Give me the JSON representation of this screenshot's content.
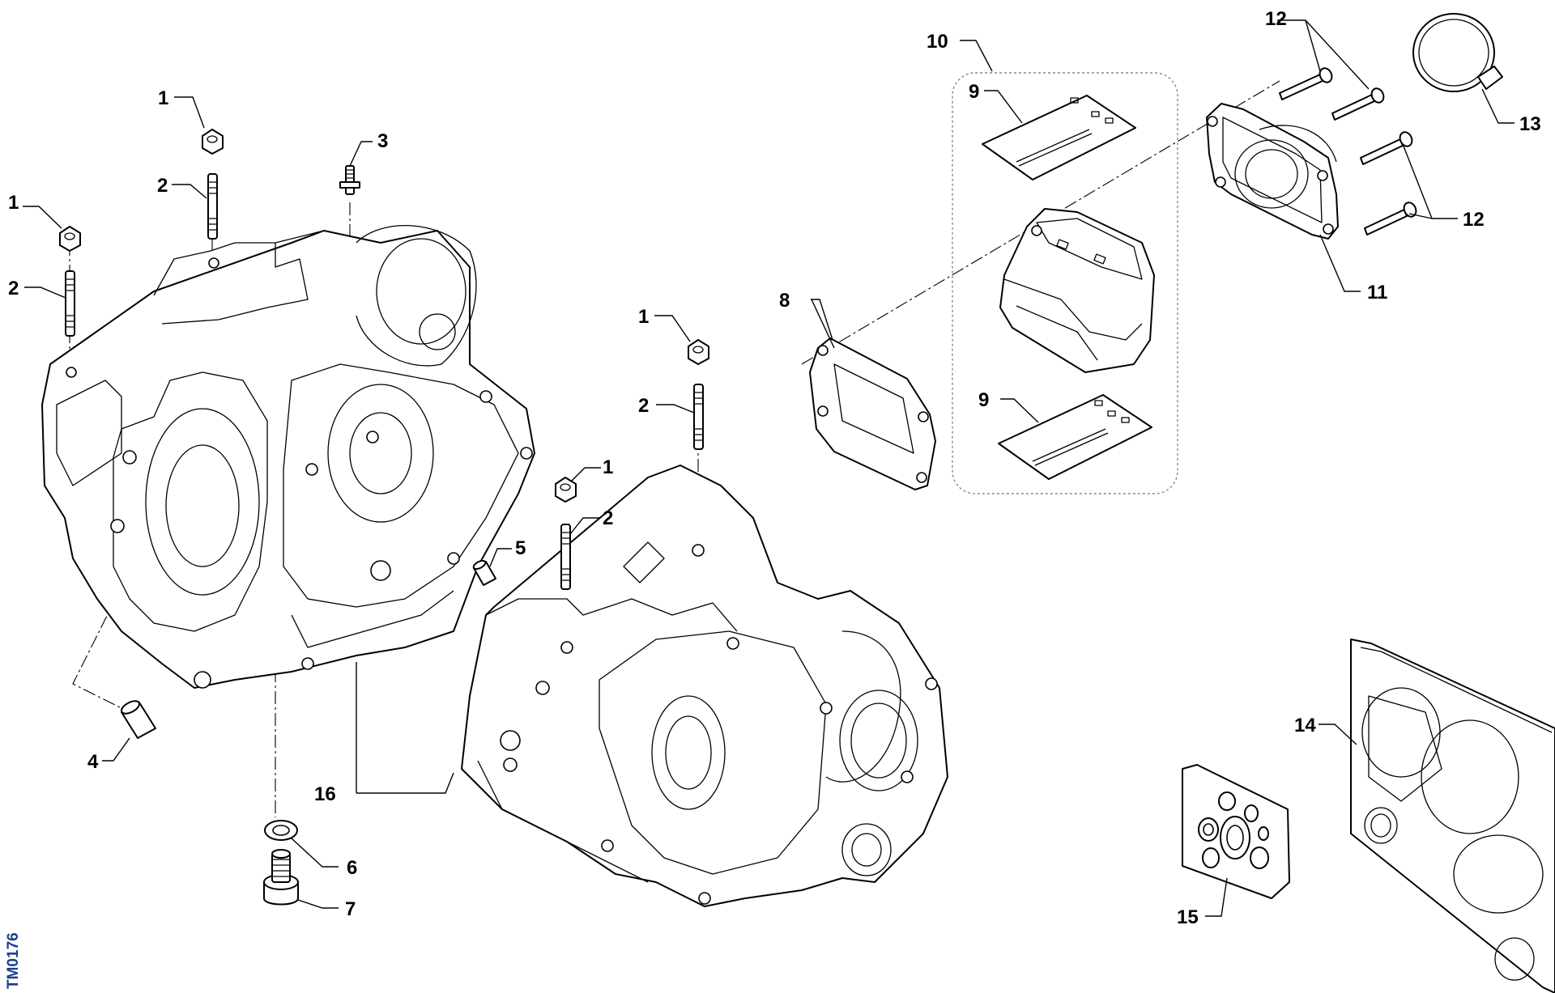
{
  "drawing_code": "TM0176",
  "callouts": [
    {
      "id": "c-1a",
      "text": "1"
    },
    {
      "id": "c-1b",
      "text": "1"
    },
    {
      "id": "c-1c",
      "text": "1"
    },
    {
      "id": "c-1d",
      "text": "1"
    },
    {
      "id": "c-2a",
      "text": "2"
    },
    {
      "id": "c-2b",
      "text": "2"
    },
    {
      "id": "c-2c",
      "text": "2"
    },
    {
      "id": "c-2d",
      "text": "2"
    },
    {
      "id": "c-3",
      "text": "3"
    },
    {
      "id": "c-4",
      "text": "4"
    },
    {
      "id": "c-5",
      "text": "5"
    },
    {
      "id": "c-6",
      "text": "6"
    },
    {
      "id": "c-7",
      "text": "7"
    },
    {
      "id": "c-8",
      "text": "8"
    },
    {
      "id": "c-9a",
      "text": "9"
    },
    {
      "id": "c-9b",
      "text": "9"
    },
    {
      "id": "c-10",
      "text": "10"
    },
    {
      "id": "c-11",
      "text": "11"
    },
    {
      "id": "c-12a",
      "text": "12"
    },
    {
      "id": "c-12b",
      "text": "12"
    },
    {
      "id": "c-13",
      "text": "13"
    },
    {
      "id": "c-14",
      "text": "14"
    },
    {
      "id": "c-15",
      "text": "15"
    },
    {
      "id": "c-16",
      "text": "16"
    }
  ]
}
